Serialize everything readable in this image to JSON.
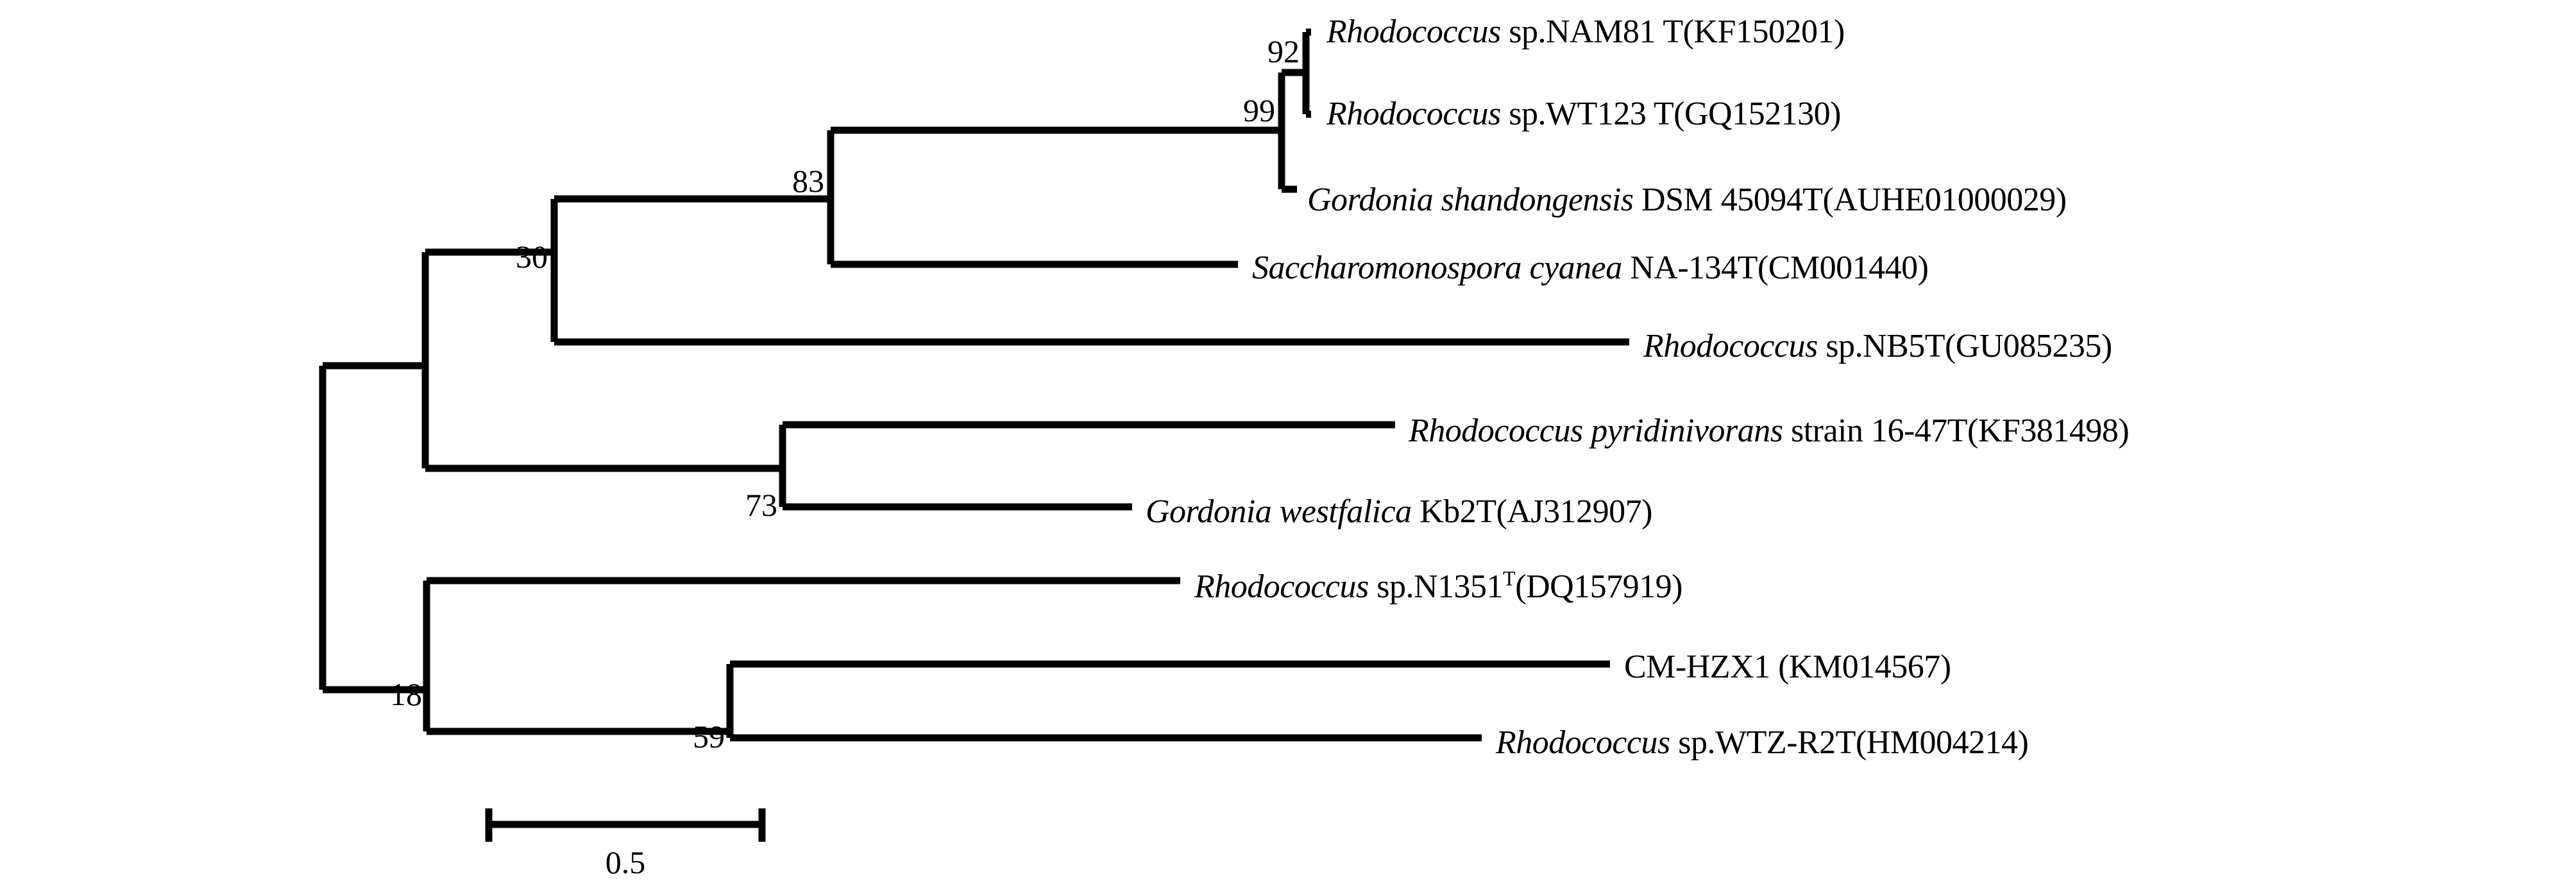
{
  "figure": {
    "type": "phylogenetic-tree",
    "orientation": "left-to-right-rectangular-cladogram",
    "background_color": "#ffffff",
    "line_color": "#000000"
  },
  "taxa": [
    {
      "id": "nam81",
      "genus_part": "Rhodococcus",
      "rest_part": " sp.NAM81 T(KF150201)",
      "full_text": "Rhodococcus sp.NAM81 T(KF150201)",
      "accession": "KF150201",
      "italic_prefix": true,
      "superscript_T": false
    },
    {
      "id": "wt123",
      "genus_part": "Rhodococcus",
      "rest_part": " sp.WT123 T(GQ152130)",
      "full_text": "Rhodococcus sp.WT123 T(GQ152130)",
      "accession": "GQ152130",
      "italic_prefix": true,
      "superscript_T": false
    },
    {
      "id": "shandongensis",
      "genus_part": "Gordonia shandongensis",
      "rest_part": " DSM 45094T(AUHE01000029)",
      "full_text": "Gordonia shandongensis DSM 45094T(AUHE01000029)",
      "accession": "AUHE01000029",
      "italic_prefix": true,
      "superscript_T": false
    },
    {
      "id": "cyanea",
      "genus_part": "Saccharomonospora cyanea",
      "rest_part": " NA-134T(CM001440)",
      "full_text": "Saccharomonospora cyanea NA-134T(CM001440)",
      "accession": "CM001440",
      "italic_prefix": true,
      "superscript_T": false
    },
    {
      "id": "nb5t",
      "genus_part": "Rhodococcus",
      "rest_part": " sp.NB5T(GU085235)",
      "full_text": "Rhodococcus sp.NB5T(GU085235)",
      "accession": "GU085235",
      "italic_prefix": true,
      "superscript_T": false
    },
    {
      "id": "pyridinivorans",
      "genus_part": "Rhodococcus pyridinivorans",
      "rest_part": " strain 16-47T(KF381498)",
      "full_text": "Rhodococcus pyridinivorans strain 16-47T(KF381498)",
      "accession": "KF381498",
      "italic_prefix": true,
      "superscript_T": false
    },
    {
      "id": "westfalica",
      "genus_part": "Gordonia westfalica",
      "rest_part": " Kb2T(AJ312907)",
      "full_text": "Gordonia westfalica Kb2T(AJ312907)",
      "accession": "AJ312907",
      "italic_prefix": true,
      "superscript_T": false
    },
    {
      "id": "n1351",
      "genus_part": "Rhodococcus",
      "rest_part": " sp.N1351",
      "rest_part_2": "(DQ157919)",
      "full_text": "Rhodococcus sp.N1351T(DQ157919)",
      "accession": "DQ157919",
      "italic_prefix": true,
      "superscript_T": true,
      "superscript_char": "T"
    },
    {
      "id": "cmhzx1",
      "genus_part": "",
      "rest_part": "CM-HZX1 (KM014567)",
      "full_text": "CM-HZX1 (KM014567)",
      "accession": "KM014567",
      "italic_prefix": false,
      "superscript_T": false
    },
    {
      "id": "wtzr2t",
      "genus_part": "Rhodococcus",
      "rest_part": " sp.WTZ-R2T(HM004214)",
      "full_text": "Rhodococcus sp.WTZ-R2T(HM004214)",
      "accession": "HM004214",
      "italic_prefix": true,
      "superscript_T": false
    }
  ],
  "bootstrap_values": [
    {
      "id": "boot-92",
      "value": "92"
    },
    {
      "id": "boot-99",
      "value": "99"
    },
    {
      "id": "boot-83",
      "value": "83"
    },
    {
      "id": "boot-30",
      "value": "30"
    },
    {
      "id": "boot-73",
      "value": "73"
    },
    {
      "id": "boot-18",
      "value": "18"
    },
    {
      "id": "boot-59",
      "value": "59"
    }
  ],
  "scale_bar": {
    "label": "0.5",
    "value": 0.5,
    "units": "substitutions per site"
  },
  "chart_data": {
    "type": "tree",
    "title": "",
    "leaf_order": [
      "Rhodococcus sp.NAM81 T(KF150201)",
      "Rhodococcus sp.WT123 T(GQ152130)",
      "Gordonia shandongensis DSM 45094T(AUHE01000029)",
      "Saccharomonospora cyanea NA-134T(CM001440)",
      "Rhodococcus sp.NB5T(GU085235)",
      "Rhodococcus pyridinivorans strain 16-47T(KF381498)",
      "Gordonia westfalica Kb2T(AJ312907)",
      "Rhodococcus sp.N1351T(DQ157919)",
      "CM-HZX1 (KM014567)",
      "Rhodococcus sp.WTZ-R2T(HM004214)"
    ],
    "node_support": {
      "clade_NAM81_WT123": 92,
      "clade_NAM81_WT123_shandongensis": 99,
      "clade_with_cyanea": 83,
      "clade_with_NB5T": 30,
      "clade_pyridinivorans_westfalica": 73,
      "clade_N1351_CMHZX1_WTZR2T": 18,
      "clade_CMHZX1_WTZR2T": 59
    },
    "scale_bar_value": 0.5
  }
}
